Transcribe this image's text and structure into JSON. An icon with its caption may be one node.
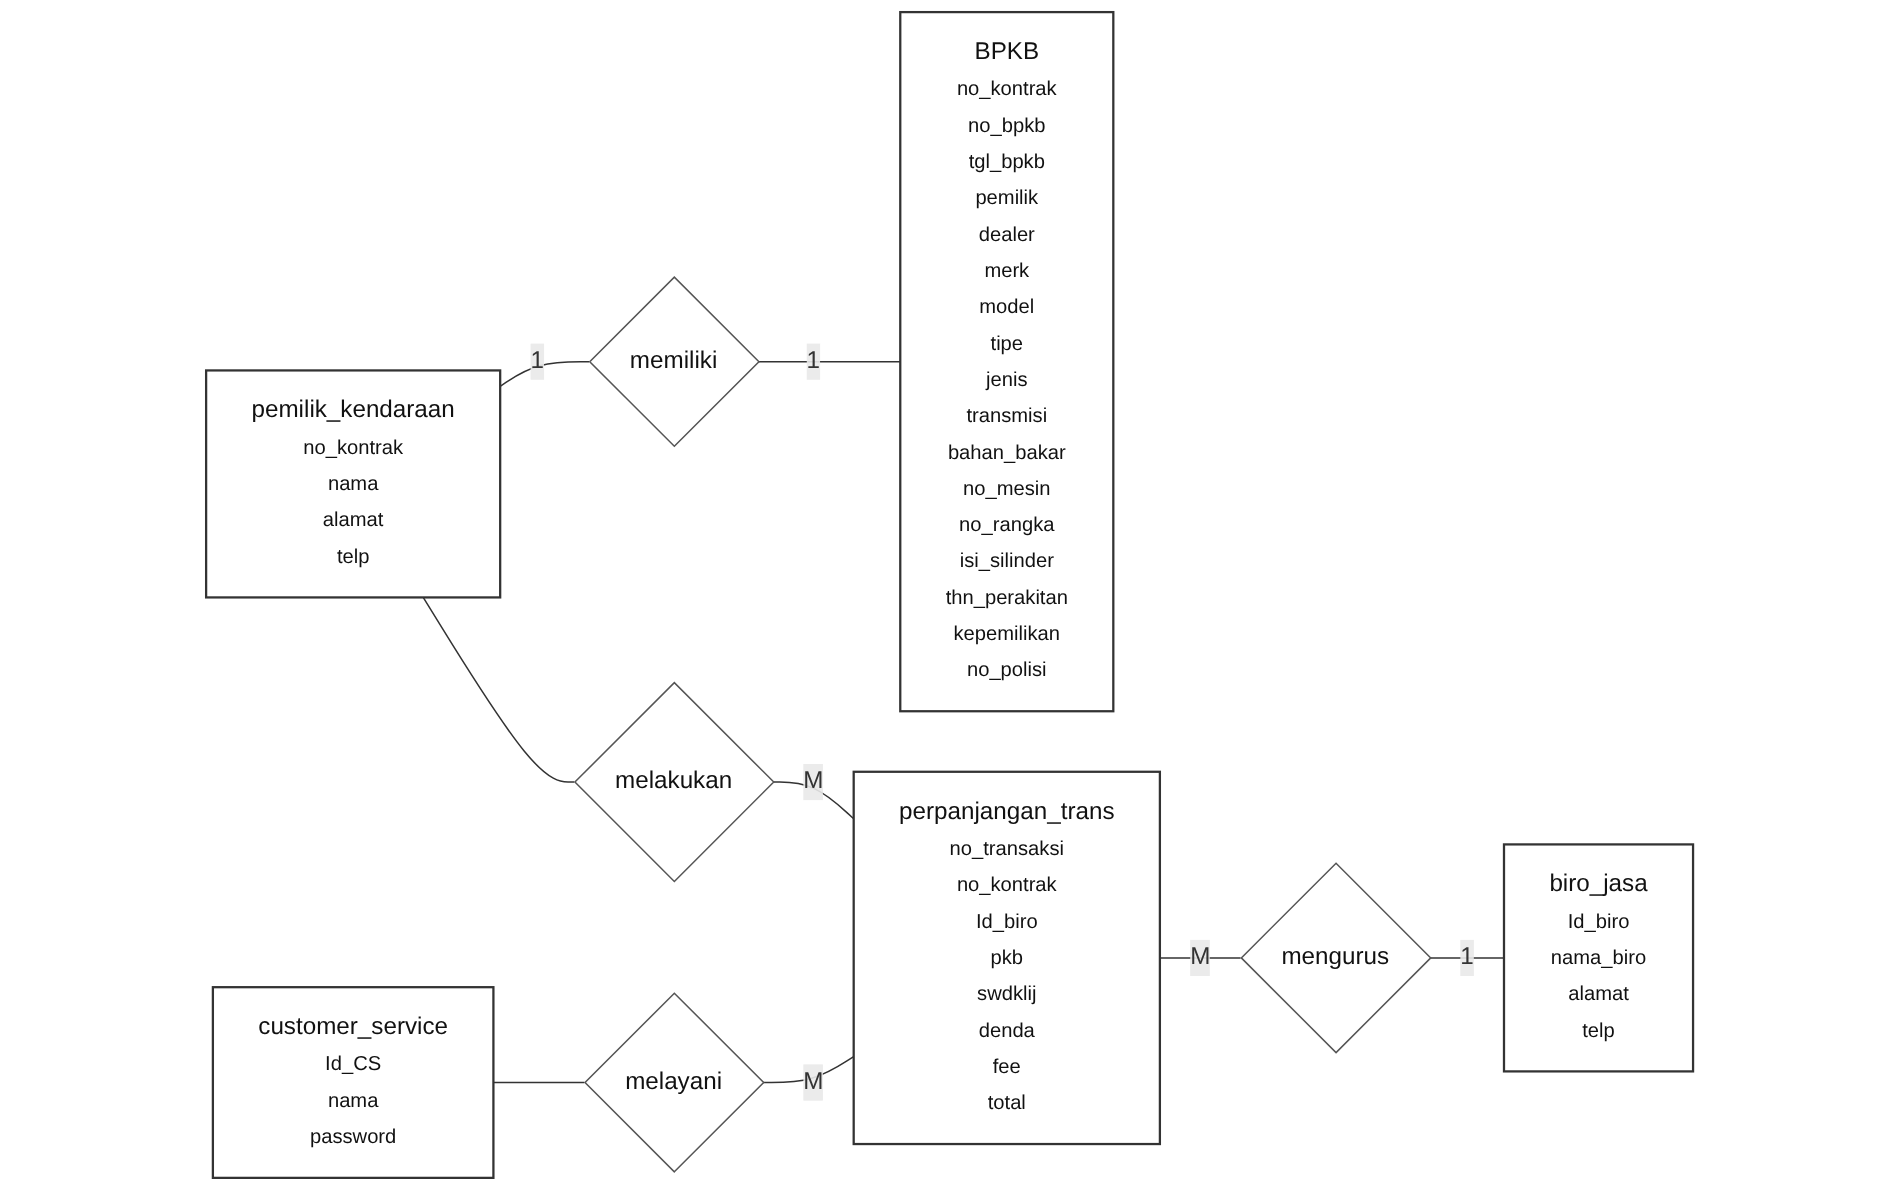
{
  "diagram": {
    "nodes": [
      {
        "text": [
          "customer_service",
          "Id_CS",
          "nama",
          "password"
        ]
      },
      {
        "text": [
          "pemilik_kendaraan",
          "no_kontrak",
          "nama",
          "alamat",
          "telp"
        ]
      },
      {
        "text": [
          "memiliki"
        ]
      },
      {
        "text": [
          "BPKB",
          "no_kontrak",
          "no_bpkb",
          "tgl_bpkb",
          "pemilik",
          "dealer",
          "merk",
          "model",
          "tipe",
          "jenis",
          "transmisi",
          "bahan_bakar",
          "no_mesin",
          "no_rangka",
          "isi_silinder",
          "thn_perakitan",
          "kepemilikan",
          "no_polisi"
        ]
      },
      {
        "text": [
          "melayani"
        ]
      },
      {
        "text": [
          "perpanjangan_trans",
          "no_transaksi",
          "no_kontrak",
          "Id_biro",
          "pkb",
          "swdklij",
          "denda",
          "fee",
          "total"
        ]
      },
      {
        "text": [
          "melakukan"
        ]
      },
      {
        "text": [
          "mengurus"
        ]
      },
      {
        "text": [
          "biro_jasa",
          "Id_biro",
          "nama_biro",
          "alamat",
          "telp"
        ]
      }
    ],
    "edges": [
      {
        "from": 0,
        "to": 4,
        "arrow": "none"
      },
      {
        "from": 4,
        "to": 5,
        "arrow": "none",
        "label": "M"
      },
      {
        "from": 1,
        "to": 2,
        "arrow": "none",
        "label": "1"
      },
      {
        "from": 2,
        "to": 3,
        "arrow": "none",
        "label": "1"
      },
      {
        "from": 1,
        "to": 6,
        "arrow": "none"
      },
      {
        "from": 6,
        "to": 5,
        "arrow": "none",
        "label": "M"
      },
      {
        "from": 5,
        "to": 7,
        "arrow": "none",
        "label": "M"
      },
      {
        "from": 7,
        "to": 8,
        "arrow": "none",
        "label": "1"
      }
    ]
  }
}
